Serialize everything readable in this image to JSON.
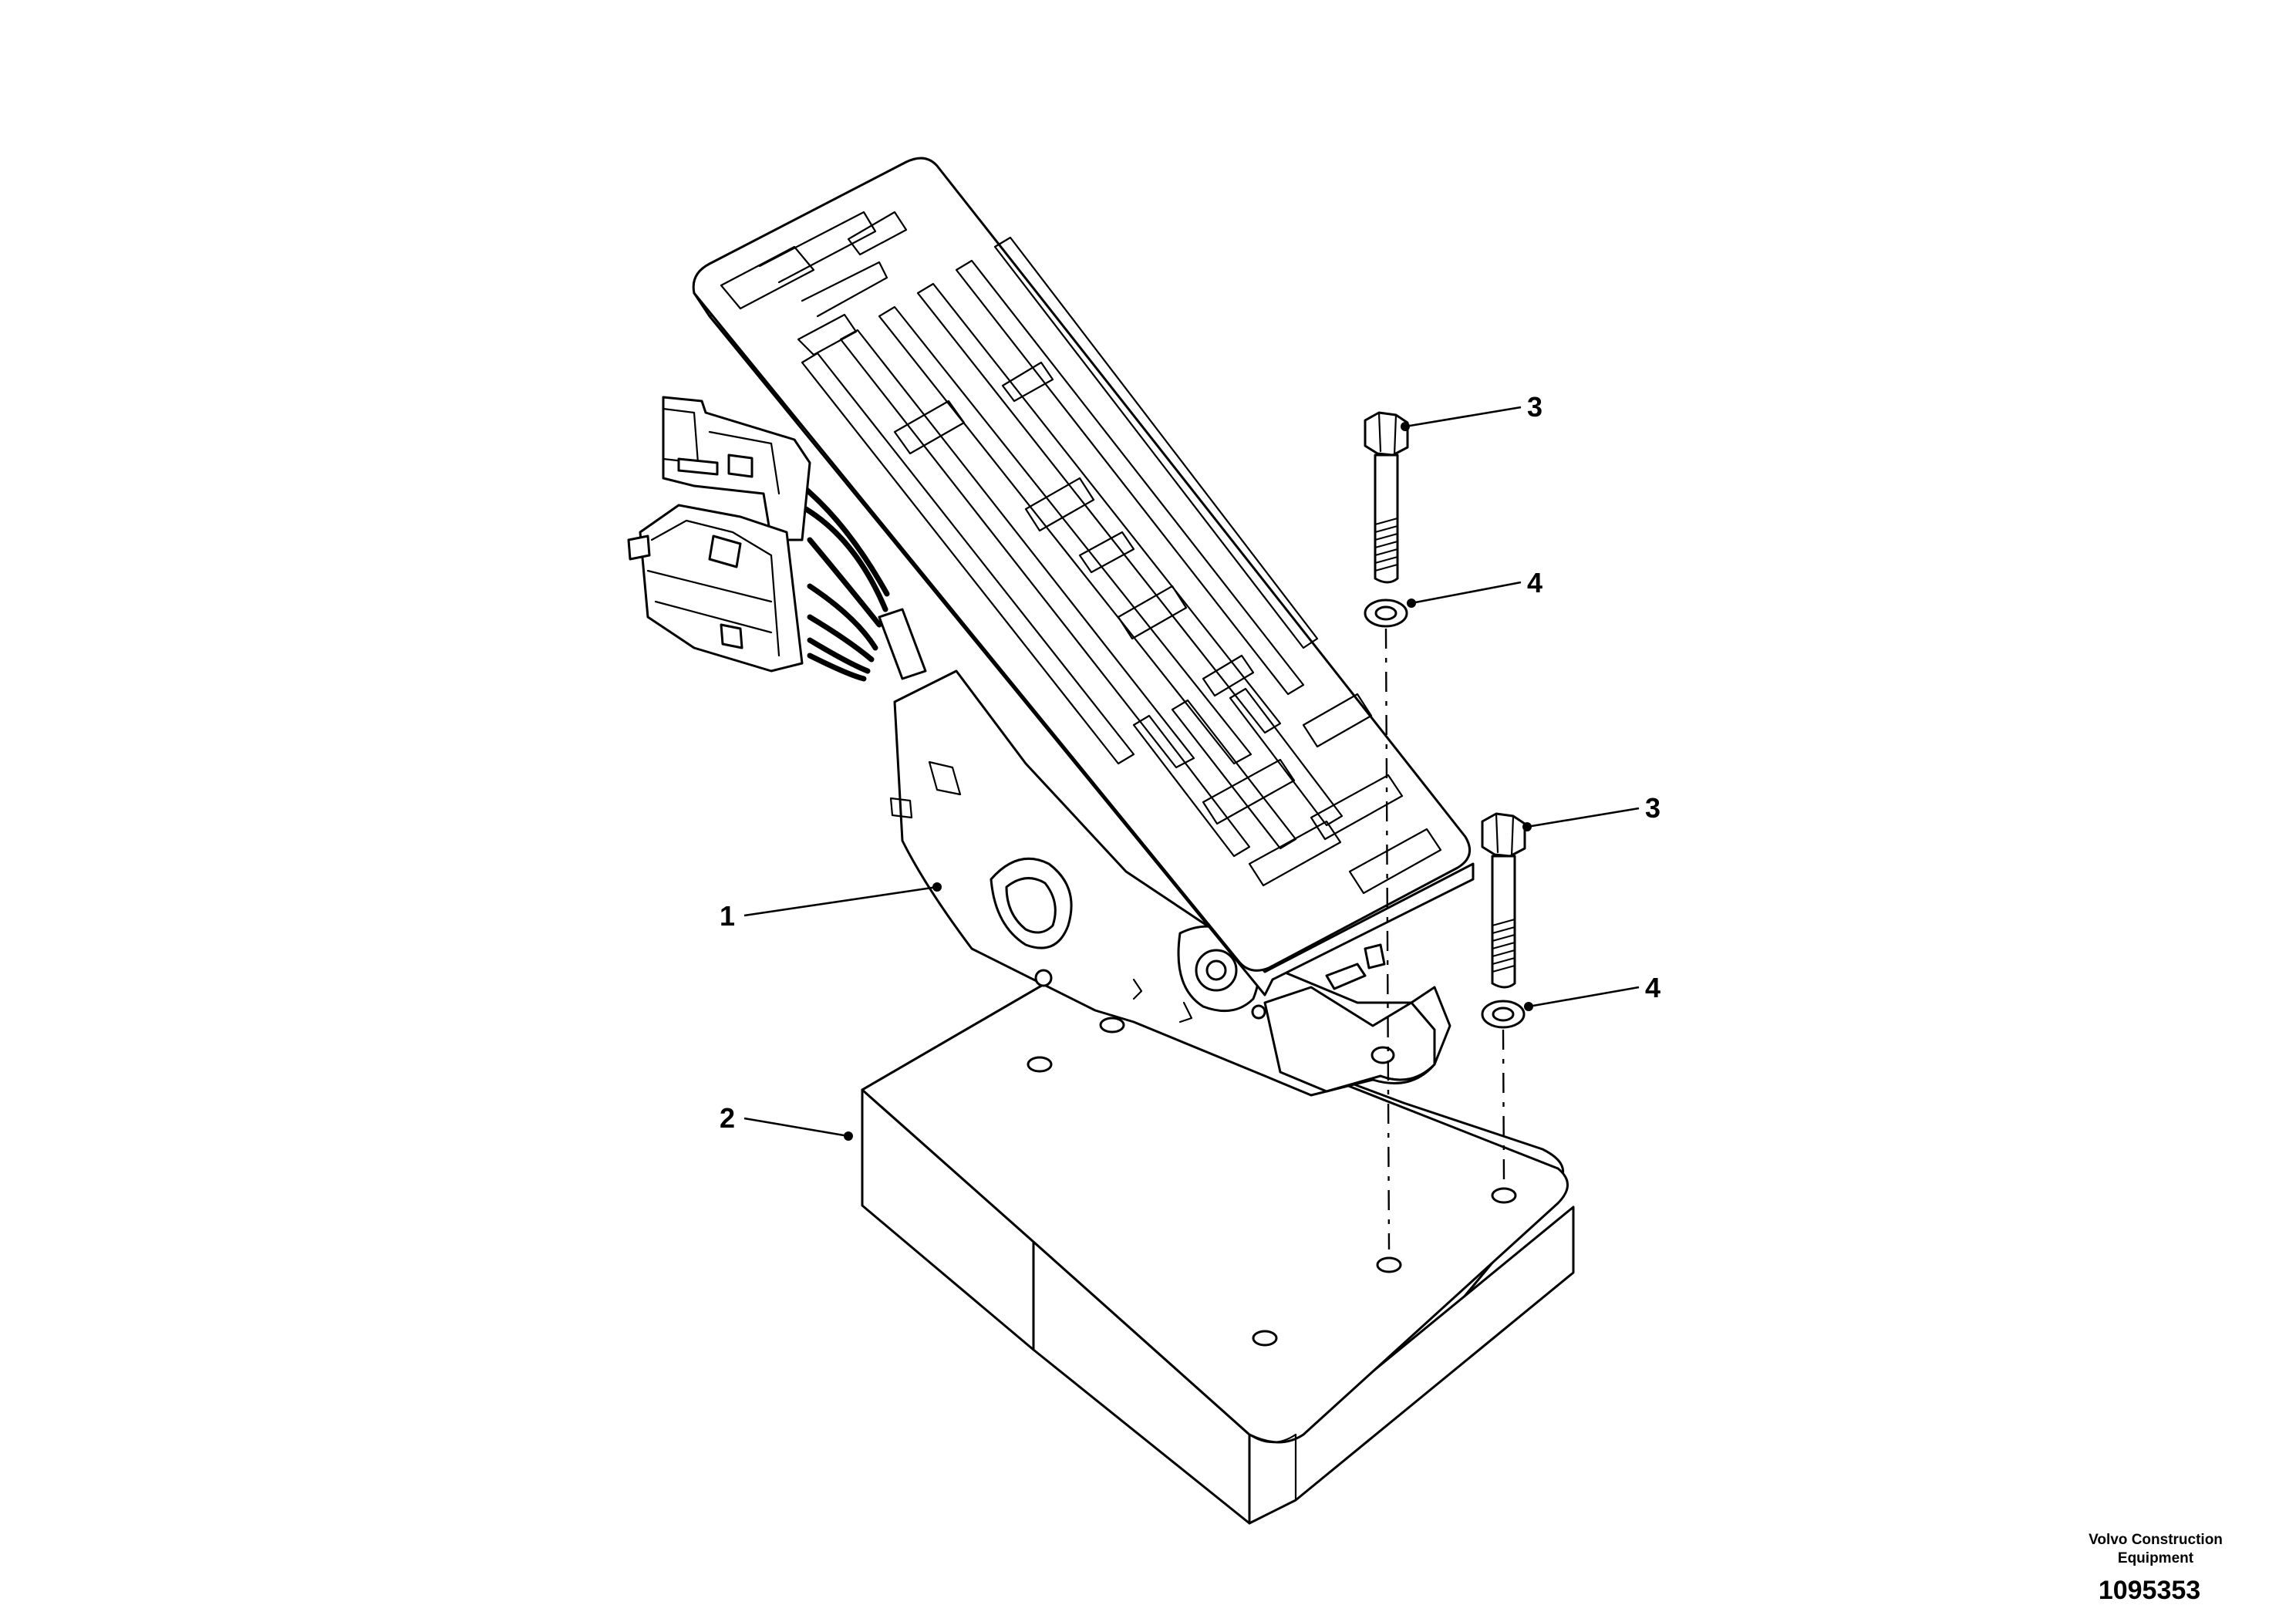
{
  "diagram": {
    "type": "exploded-parts-view",
    "callouts": [
      {
        "id": "c1",
        "label": "1"
      },
      {
        "id": "c2",
        "label": "2"
      },
      {
        "id": "c3a",
        "label": "3"
      },
      {
        "id": "c4a",
        "label": "4"
      },
      {
        "id": "c3b",
        "label": "3"
      },
      {
        "id": "c4b",
        "label": "4"
      }
    ],
    "parts": [
      "accelerator-pedal",
      "mounting-block",
      "hex-bolt",
      "spring-washer",
      "electrical-connector"
    ]
  },
  "footer": {
    "company_line1": "Volvo Construction",
    "company_line2": "Equipment",
    "document_number": "1095353"
  }
}
